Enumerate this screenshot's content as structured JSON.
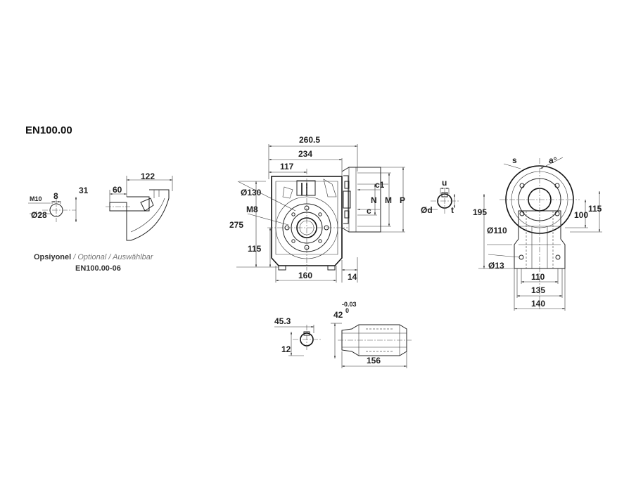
{
  "title": "EN100.00",
  "optional": {
    "word1": "Opsiyonel",
    "word2": "Optional",
    "word3": "Auswählbar",
    "sep": " / ",
    "code": "EN100.00-06"
  },
  "flange_detail": {
    "m10": "M10",
    "d8": "8",
    "d31": "31",
    "d28": "Ø28",
    "d60": "60",
    "d122": "122"
  },
  "front_view": {
    "d260_5": "260.5",
    "d234": "234",
    "d117": "117",
    "d130": "Ø130",
    "m8": "M8",
    "d275": "275",
    "d115": "115",
    "d160": "160",
    "d14": "14",
    "c1": "c1",
    "N": "N",
    "M": "M",
    "P": "P",
    "c": "c"
  },
  "shaft_key": {
    "u": "u",
    "d": "Ød",
    "t": "t"
  },
  "side_view": {
    "s": "s",
    "a": "a°",
    "d195": "195",
    "d100": "100",
    "d115": "115",
    "d110c": "Ø110",
    "d13": "Ø13",
    "d110": "110",
    "d135": "135",
    "d140": "140"
  },
  "hollow_shaft": {
    "d45_3": "45.3",
    "d12": "12",
    "d42": "42",
    "tol": "-0.03",
    "tol0": "0",
    "d156": "156"
  }
}
